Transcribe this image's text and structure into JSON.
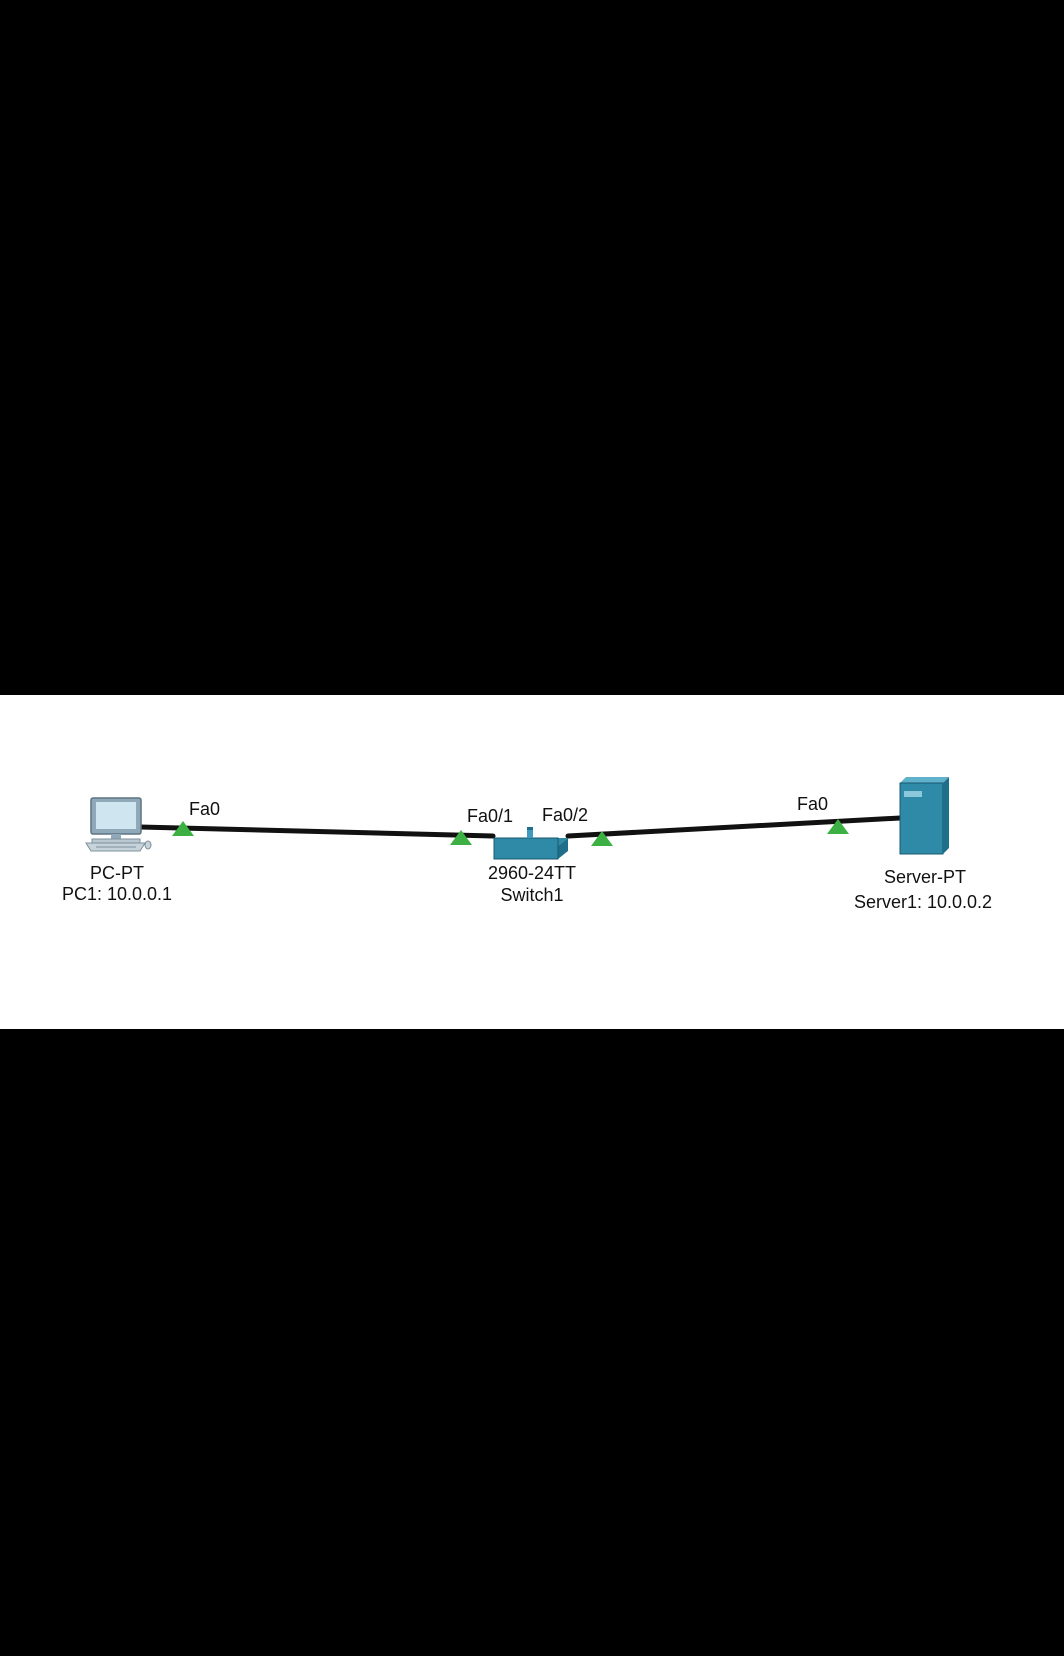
{
  "colors": {
    "background_outer": "#000000",
    "canvas": "#ffffff",
    "cable": "#111111",
    "link_up": "#3cb043",
    "device_blue": "#2f8aa8",
    "device_dark": "#1f6f8b"
  },
  "devices": [
    {
      "id": "pc1",
      "icon": "pc-icon",
      "model": "PC-PT",
      "label": "PC1: 10.0.0.1"
    },
    {
      "id": "switch1",
      "icon": "switch-icon",
      "model": "2960-24TT",
      "label": "Switch1"
    },
    {
      "id": "server1",
      "icon": "server-icon",
      "model": "Server-PT",
      "label": "Server1:  10.0.0.2"
    }
  ],
  "ports": {
    "pc1_fa0": "Fa0",
    "switch_fa01": "Fa0/1",
    "switch_fa02": "Fa0/2",
    "server_fa0": "Fa0"
  }
}
